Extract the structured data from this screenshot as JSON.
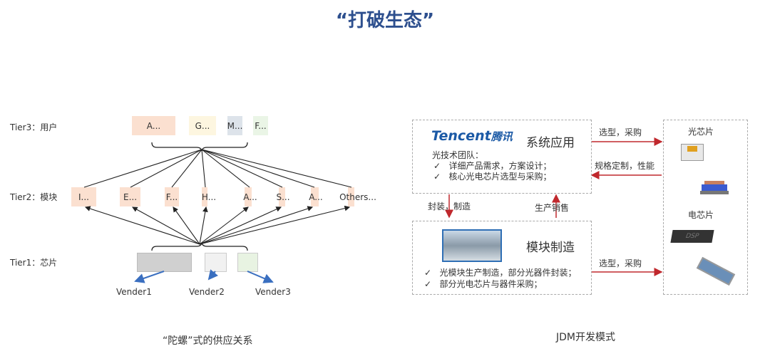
{
  "title": "“打破生态”",
  "left": {
    "tiers": [
      "Tier3：用户",
      "Tier2：模块",
      "Tier1：芯片"
    ],
    "tier3_nodes": [
      "A...",
      "G...",
      "M...",
      "F..."
    ],
    "tier2_nodes": [
      "I...",
      "E...",
      "F...",
      "H...",
      "A...",
      "S...",
      "A...",
      "Others..."
    ],
    "vendors": [
      "Vender1",
      "Vender2",
      "Vender3"
    ],
    "caption": "“陀螺”式的供应关系"
  },
  "right": {
    "logo": "Tencent",
    "logo_cn": "腾讯",
    "system_title": "系统应用",
    "team_label": "光技术团队：",
    "team_items": [
      "详细产品需求，方案设计；",
      "核心光电芯片选型与采购；"
    ],
    "module_title": "模块制造",
    "module_items": [
      "光模块生产制造，部分光器件封装；",
      "部分光电芯片与器件采购；"
    ],
    "check": "✓",
    "arrow_select_top": "选型，采购",
    "arrow_spec": "规格定制，性能",
    "arrow_select_bottom": "选型，采购",
    "arrow_package": "封装，制造",
    "arrow_sales": "生产销售",
    "optical_chip": "光芯片",
    "electrical_chip": "电芯片",
    "dsp_label": "DSP",
    "caption": "JDM开发模式"
  },
  "colors": {
    "title": "#2d4f8e",
    "red_arrow": "#c0282d",
    "blue_arrow": "#3a6fc0"
  }
}
